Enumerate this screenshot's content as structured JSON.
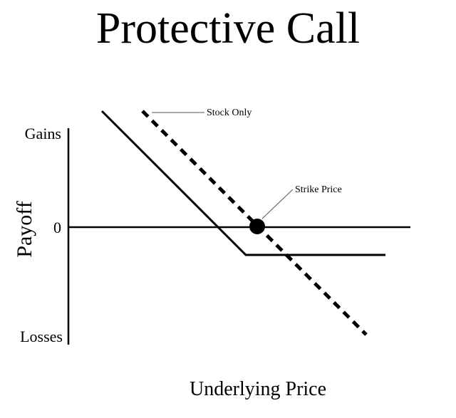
{
  "title": "Protective Call",
  "labels": {
    "gains": "Gains",
    "zero": "0",
    "losses": "Losses",
    "y_axis": "Payoff",
    "x_axis": "Underlying Price",
    "stock_only": "Stock Only",
    "strike_price": "Strike Price"
  },
  "colors": {
    "ink": "#000000",
    "background": "#ffffff",
    "leader": "#555555"
  }
}
